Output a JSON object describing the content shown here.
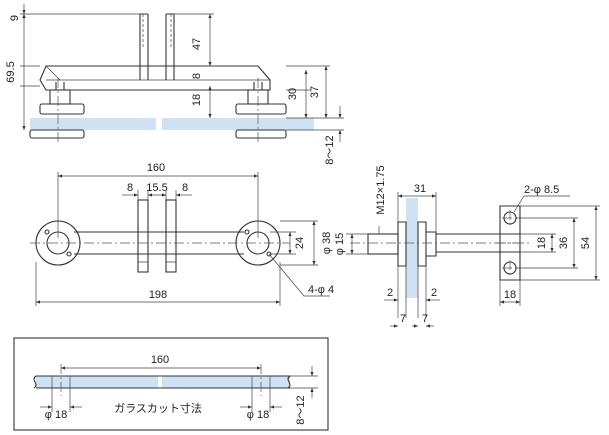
{
  "colors": {
    "line": "#333333",
    "glass": "#cfe2f3",
    "background": "#ffffff"
  },
  "front_view": {
    "dims": {
      "top_9": "9",
      "h_47": "47",
      "h_69_5": "69.5",
      "h_30": "30",
      "h_37": "37",
      "h_18": "18",
      "h_8": "8",
      "glass_thk": "8～12"
    }
  },
  "plan_view": {
    "dims": {
      "width_160": "160",
      "w_8a": "8",
      "w_15_5": "15.5",
      "w_8b": "8",
      "h_24": "24",
      "dia_38": "φ 38",
      "overall_198": "198",
      "holes": "4-φ 4"
    }
  },
  "side_view": {
    "dims": {
      "thread": "M12×1.75",
      "d_31": "31",
      "dia_15": "φ 15",
      "d_2a": "2",
      "d_2b": "2",
      "d_7a": "7",
      "d_7b": "7"
    }
  },
  "end_view": {
    "dims": {
      "holes": "2-φ 8.5",
      "h_18": "18",
      "h_36": "36",
      "h_54": "54",
      "w_18": "18"
    }
  },
  "glass_cut": {
    "title": "ガラスカット寸法",
    "dims": {
      "w_160": "160",
      "dia_left": "φ 18",
      "dia_right": "φ 18",
      "thk": "8～12"
    }
  }
}
